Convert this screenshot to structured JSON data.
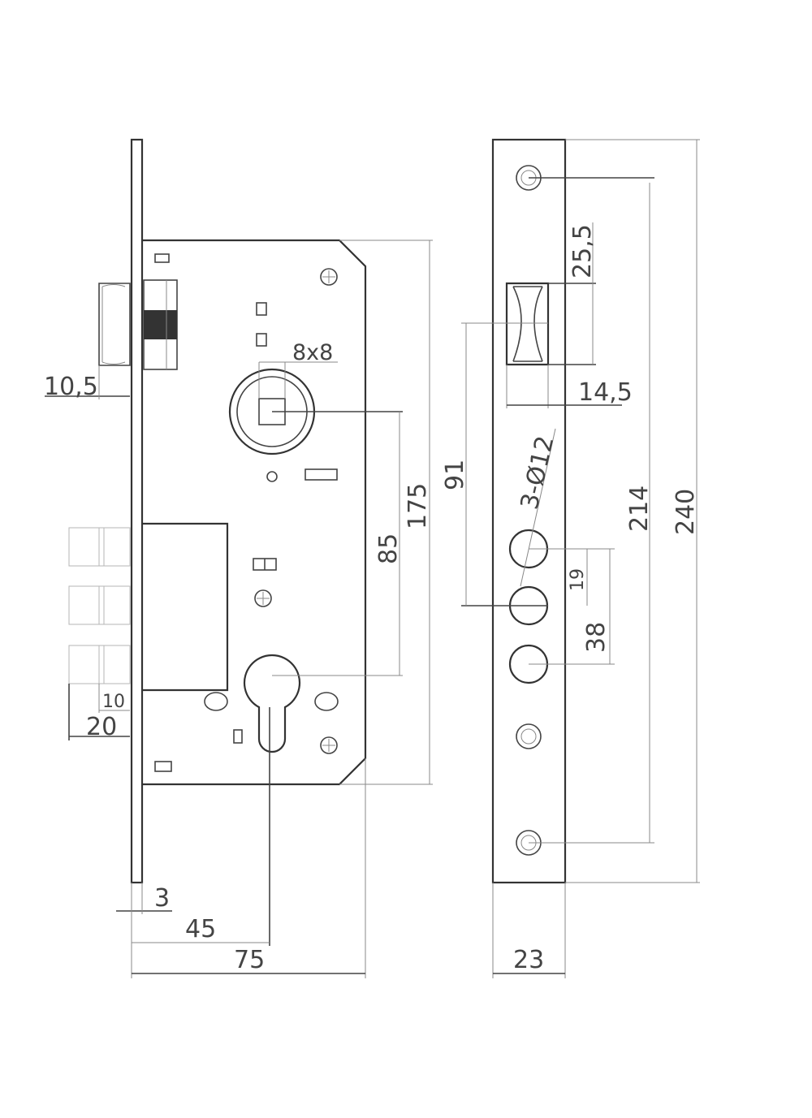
{
  "front_view": {
    "dims": {
      "latch_projection": "10,5",
      "spindle_square": "8x8",
      "backset_to_cylinder": "85",
      "case_height": "175",
      "bolt_step": "10",
      "bolt_projection": "20",
      "faceplate_thickness": "3",
      "backset": "45",
      "case_width": "75"
    }
  },
  "side_view": {
    "dims": {
      "latch_height": "25,5",
      "latch_width": "14,5",
      "latch_to_bolt": "91",
      "bolt_holes": "3-Ø12",
      "hole_pitch": "19",
      "holes_span": "38",
      "screw_spacing": "214",
      "faceplate_height": "240",
      "faceplate_width": "23"
    }
  }
}
